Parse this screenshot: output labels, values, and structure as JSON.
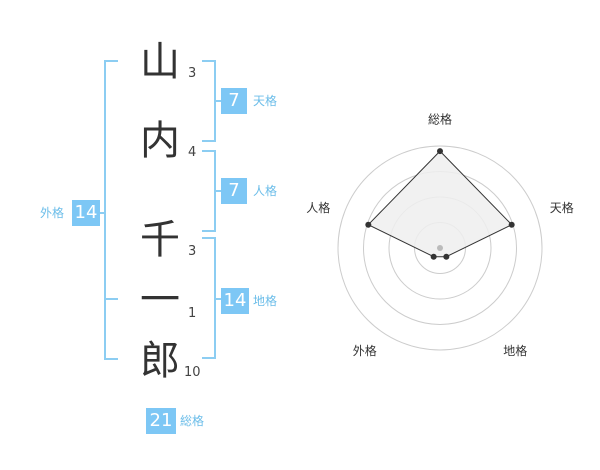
{
  "name": {
    "chars": [
      {
        "char": "山",
        "strokes": "3"
      },
      {
        "char": "内",
        "strokes": "4"
      },
      {
        "char": "千",
        "strokes": "3"
      },
      {
        "char": "一",
        "strokes": "1"
      },
      {
        "char": "郎",
        "strokes": "10"
      }
    ]
  },
  "kakusu": {
    "tenkaku": {
      "value": "7",
      "label": "天格"
    },
    "jinkaku": {
      "value": "7",
      "label": "人格"
    },
    "chikaku": {
      "value": "14",
      "label": "地格"
    },
    "gaikaku": {
      "value": "14",
      "label": "外格"
    },
    "soukaku": {
      "value": "21",
      "label": "総格"
    }
  },
  "chart_data": {
    "type": "radar",
    "axes": [
      "総格",
      "天格",
      "地格",
      "外格",
      "人格"
    ],
    "values": [
      5,
      4,
      1,
      1,
      4
    ],
    "max": 5,
    "rings": 4,
    "colors": {
      "fill": "#efefef",
      "stroke": "#333333",
      "grid": "#cccccc",
      "center": "#bbbbbb"
    }
  }
}
